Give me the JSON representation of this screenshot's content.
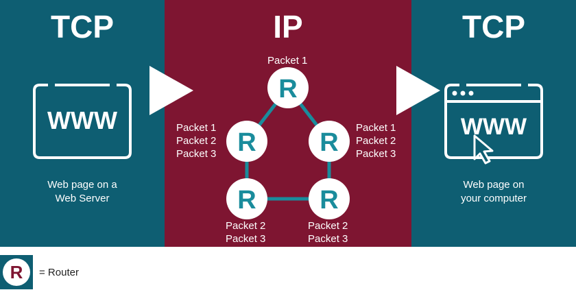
{
  "colors": {
    "tcp_bg": "#0e5e72",
    "ip_bg": "#7e1531",
    "router_text": "#1a8c9c",
    "link": "#1a8c9c"
  },
  "sections": {
    "left": {
      "heading": "TCP",
      "caption": [
        "Web page on a",
        "Web Server"
      ]
    },
    "middle": {
      "heading": "IP"
    },
    "right": {
      "heading": "TCP",
      "caption": [
        "Web page on",
        "your computer"
      ]
    }
  },
  "icons": {
    "server": "www-window-icon",
    "computer": "www-browser-window-icon"
  },
  "server_www": "WWW",
  "computer_www": "WWW",
  "router_letter": "R",
  "packet_labels": {
    "top": [
      "Packet 1"
    ],
    "left_mid": [
      "Packet 1",
      "Packet 2",
      "Packet 3"
    ],
    "right_mid": [
      "Packet 1",
      "Packet 2",
      "Packet 3"
    ],
    "bottom_left": [
      "Packet 2",
      "Packet 3"
    ],
    "bottom_right": [
      "Packet 2",
      "Packet 3"
    ]
  },
  "legend": {
    "letter": "R",
    "text": "= Router"
  }
}
